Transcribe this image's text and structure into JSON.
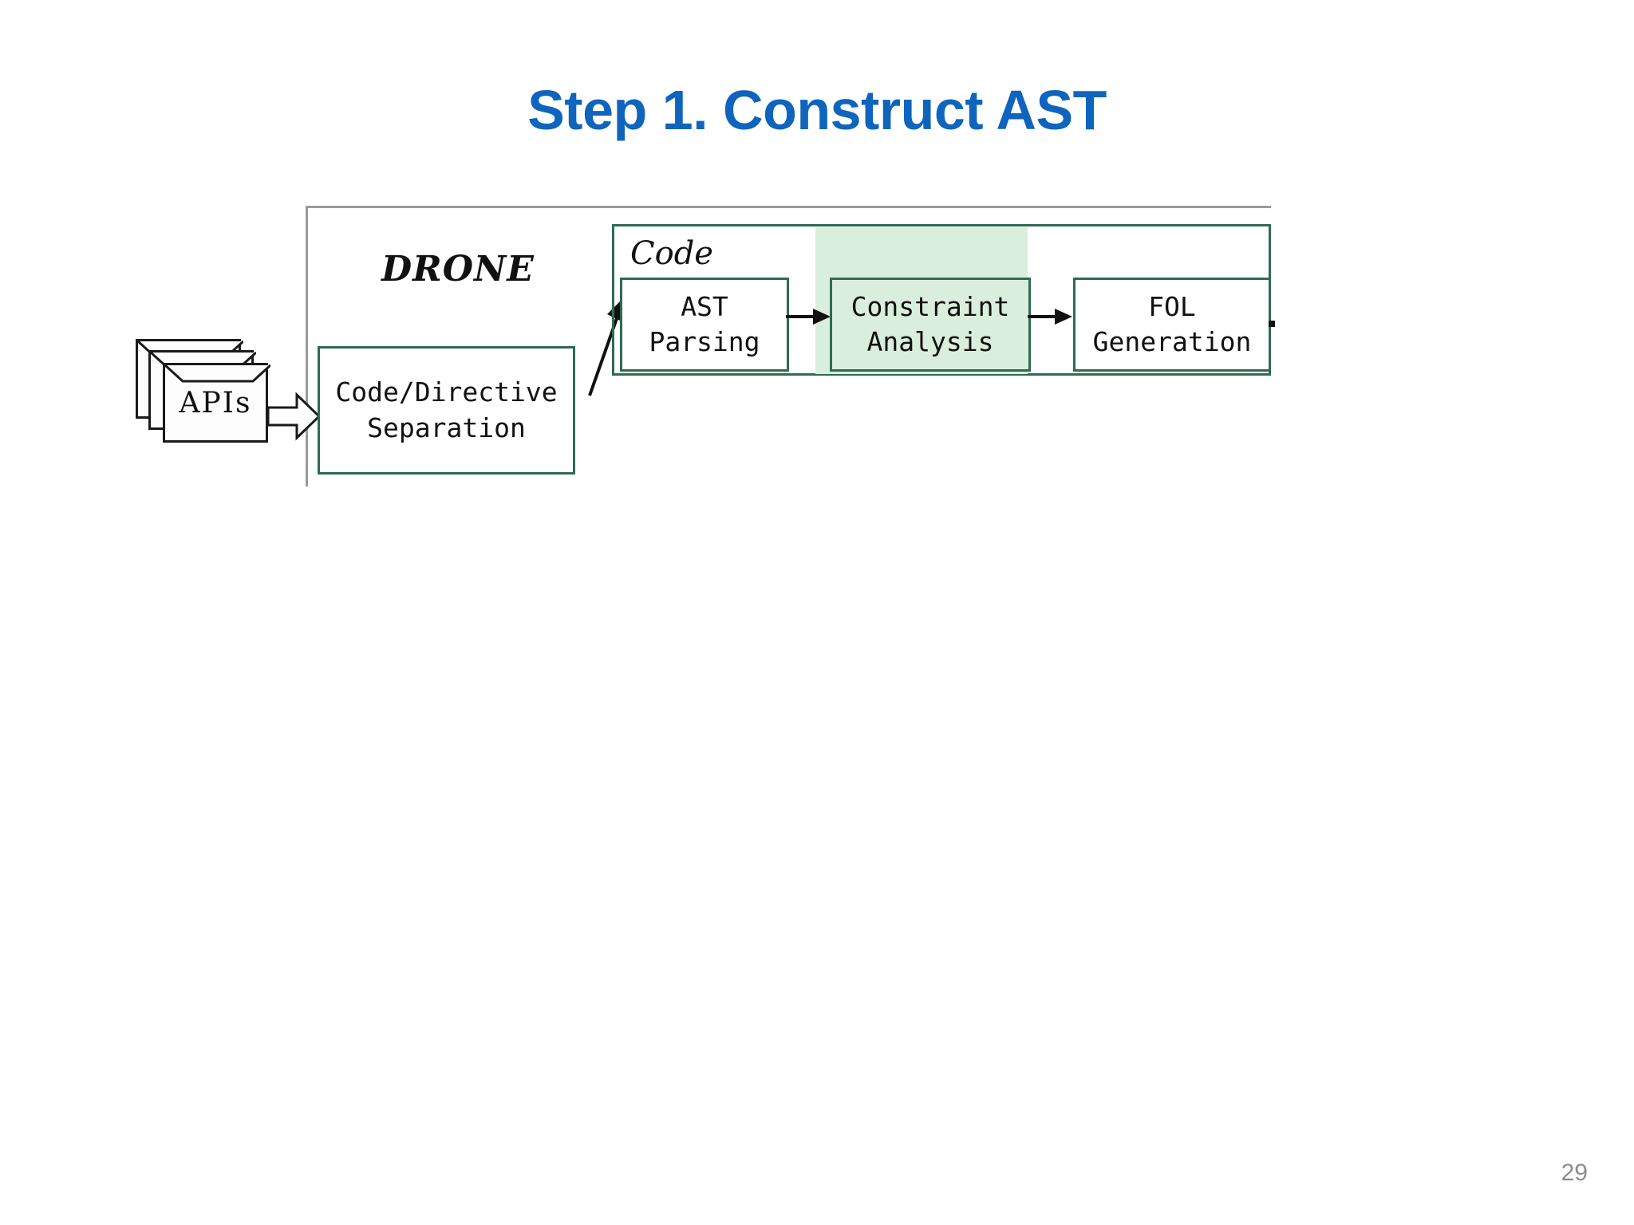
{
  "slide": {
    "title": "Step 1. Construct AST",
    "title_color": "#0f64bd",
    "page_number": "29",
    "background_color": "#ffffff"
  },
  "figure": {
    "outer_frame_color": "#9a9a9a",
    "box_border_color": "#2f6b53",
    "highlight_color": "#daeedd",
    "system_label": "DRONE",
    "input": {
      "label": "APIs",
      "icon": "document-stack-icon",
      "arrow": "block-arrow-right"
    },
    "preprocess_box": {
      "line1": "Code/Directive",
      "line2": "Separation"
    },
    "code_group": {
      "label": "Code",
      "stages": [
        {
          "id": "ast-parsing",
          "line1": "AST",
          "line2": "Parsing",
          "highlighted": false
        },
        {
          "id": "constraint-analysis",
          "line1": "Constraint",
          "line2": "Analysis",
          "highlighted": true
        },
        {
          "id": "fol-generation",
          "line1": "FOL",
          "line2": "Generation",
          "highlighted": false
        }
      ]
    }
  }
}
